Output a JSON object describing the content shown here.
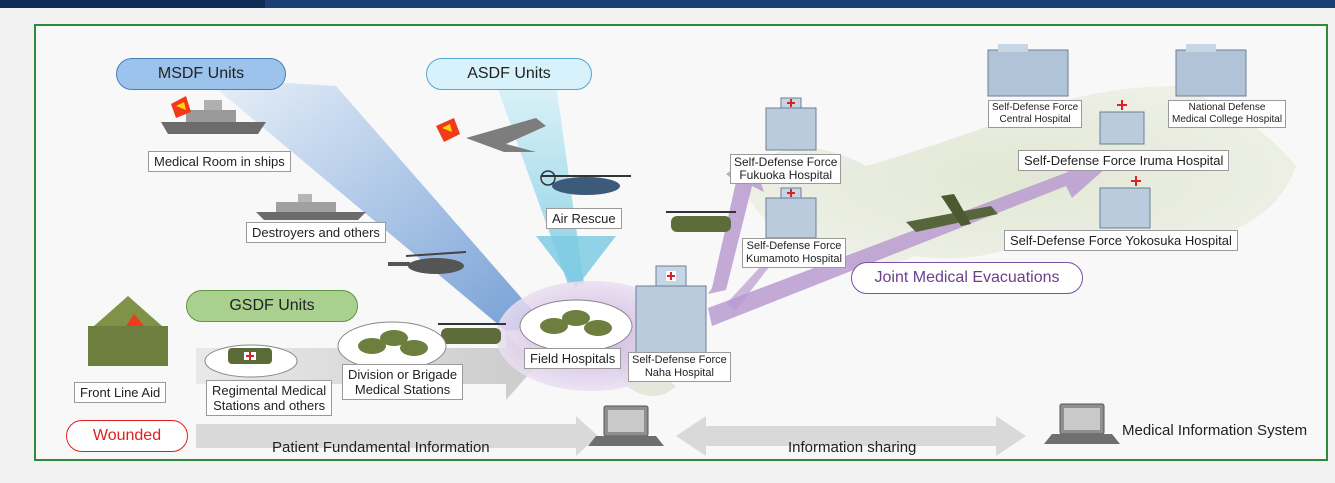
{
  "units": {
    "msdf": "MSDF Units",
    "asdf": "ASDF Units",
    "gsdf": "GSDF Units"
  },
  "labels": {
    "medical_room": "Medical Room in ships",
    "destroyers": "Destroyers and others",
    "air_rescue": "Air Rescue",
    "front_line": "Front Line Aid",
    "regimental_1": "Regimental Medical",
    "regimental_2": "Stations and others",
    "division_1": "Division or Brigade",
    "division_2": "Medical Stations",
    "field_hospitals": "Field Hospitals",
    "naha_1": "Self-Defense Force",
    "naha_2": "Naha Hospital",
    "fukuoka_1": "Self-Defense Force",
    "fukuoka_2": "Fukuoka Hospital",
    "kumamoto_1": "Self-Defense Force",
    "kumamoto_2": "Kumamoto Hospital",
    "central_1": "Self-Defense Force",
    "central_2": "Central Hospital",
    "ndmc_1": "National Defense",
    "ndmc_2": "Medical College Hospital",
    "iruma": "Self-Defense Force Iruma Hospital",
    "yokosuka": "Self-Defense Force Yokosuka Hospital",
    "joint_evac": "Joint Medical Evacuations",
    "wounded": "Wounded",
    "patient_info": "Patient Fundamental Information",
    "info_sharing": "Information sharing",
    "med_info_system": "Medical Information System"
  },
  "colors": {
    "frame_border": "#2f8a3a",
    "msdf_pill": "#9cc3ec",
    "asdf_pill": "#d8f2fb",
    "gsdf_pill": "#a9d08e",
    "evac_purple": "#7d4f9e",
    "wounded_red": "#e02020"
  }
}
